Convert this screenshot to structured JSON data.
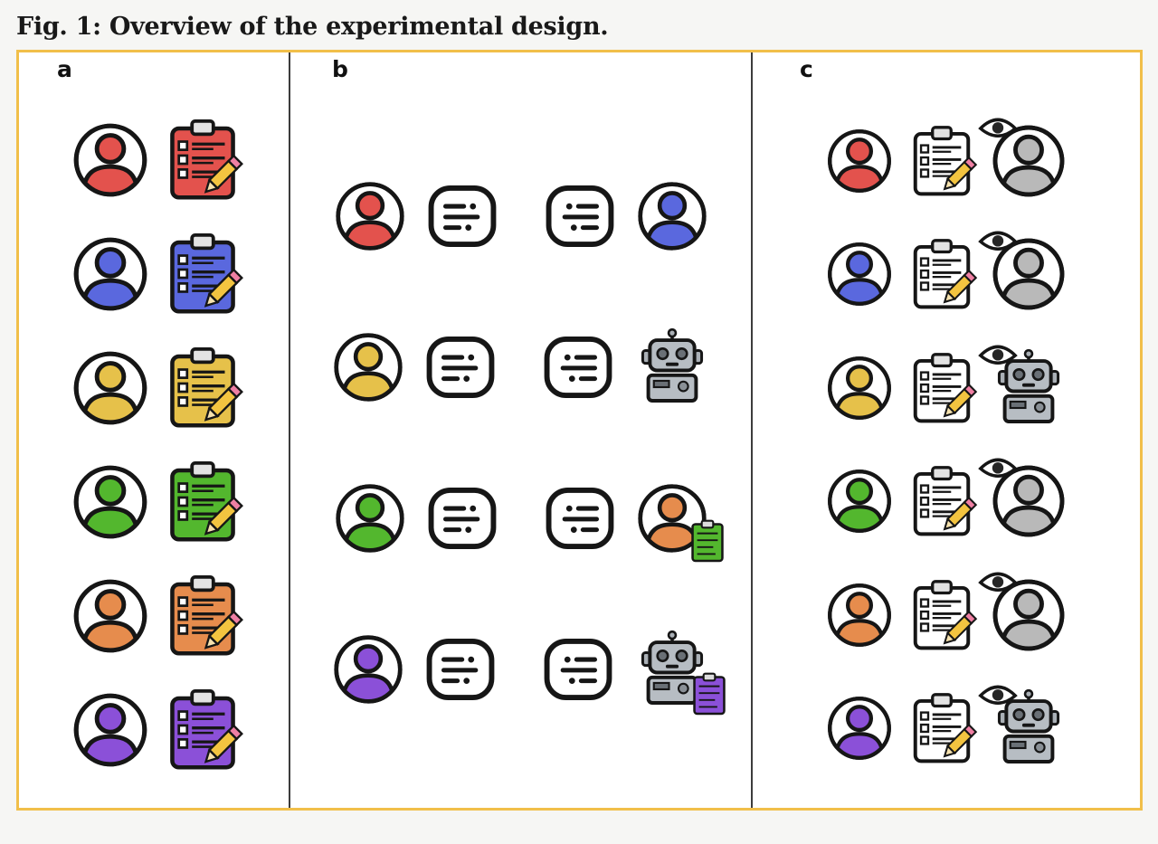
{
  "caption": "Fig. 1: Overview of the experimental design.",
  "colors": {
    "red": "#e3524d",
    "blue": "#5a68de",
    "yellow": "#e6c14a",
    "green": "#53b72e",
    "orange": "#e68c4d",
    "purple": "#8b50d8",
    "white": "#ffffff",
    "gray": "#b9b9b9",
    "figure_border": "#f1bf4a"
  },
  "panels": [
    {
      "label": "a",
      "rows": [
        {
          "icons": [
            {
              "type": "person",
              "color": "red"
            },
            {
              "type": "clipboard",
              "color": "red"
            }
          ]
        },
        {
          "icons": [
            {
              "type": "person",
              "color": "blue"
            },
            {
              "type": "clipboard",
              "color": "blue"
            }
          ]
        },
        {
          "icons": [
            {
              "type": "person",
              "color": "yellow"
            },
            {
              "type": "clipboard",
              "color": "yellow"
            }
          ]
        },
        {
          "icons": [
            {
              "type": "person",
              "color": "green"
            },
            {
              "type": "clipboard",
              "color": "green"
            }
          ]
        },
        {
          "icons": [
            {
              "type": "person",
              "color": "orange"
            },
            {
              "type": "clipboard",
              "color": "orange"
            }
          ]
        },
        {
          "icons": [
            {
              "type": "person",
              "color": "purple"
            },
            {
              "type": "clipboard",
              "color": "purple"
            }
          ]
        }
      ]
    },
    {
      "label": "b",
      "rows": [
        {
          "icons": [
            {
              "type": "person",
              "color": "red"
            },
            {
              "type": "chat"
            },
            {
              "type": "chat-mirrored"
            },
            {
              "type": "person",
              "color": "blue"
            }
          ]
        },
        {
          "icons": [
            {
              "type": "person",
              "color": "yellow"
            },
            {
              "type": "chat"
            },
            {
              "type": "chat-mirrored"
            },
            {
              "type": "robot"
            }
          ]
        },
        {
          "icons": [
            {
              "type": "person",
              "color": "green"
            },
            {
              "type": "chat"
            },
            {
              "type": "chat-mirrored"
            },
            {
              "type": "person-with-clipboard",
              "color": "orange",
              "clipboard_color": "green"
            }
          ]
        },
        {
          "icons": [
            {
              "type": "person",
              "color": "purple"
            },
            {
              "type": "chat"
            },
            {
              "type": "chat-mirrored"
            },
            {
              "type": "robot-with-clipboard",
              "clipboard_color": "purple"
            }
          ]
        }
      ]
    },
    {
      "label": "c",
      "rows": [
        {
          "icons": [
            {
              "type": "person",
              "color": "red"
            },
            {
              "type": "clipboard",
              "color": "white"
            },
            {
              "type": "observed-person",
              "color": "gray"
            }
          ]
        },
        {
          "icons": [
            {
              "type": "person",
              "color": "blue"
            },
            {
              "type": "clipboard",
              "color": "white"
            },
            {
              "type": "observed-person",
              "color": "gray"
            }
          ]
        },
        {
          "icons": [
            {
              "type": "person",
              "color": "yellow"
            },
            {
              "type": "clipboard",
              "color": "white"
            },
            {
              "type": "observed-robot"
            }
          ]
        },
        {
          "icons": [
            {
              "type": "person",
              "color": "green"
            },
            {
              "type": "clipboard",
              "color": "white"
            },
            {
              "type": "observed-person",
              "color": "gray"
            }
          ]
        },
        {
          "icons": [
            {
              "type": "person",
              "color": "orange"
            },
            {
              "type": "clipboard",
              "color": "white"
            },
            {
              "type": "observed-person",
              "color": "gray"
            }
          ]
        },
        {
          "icons": [
            {
              "type": "person",
              "color": "purple"
            },
            {
              "type": "clipboard",
              "color": "white"
            },
            {
              "type": "observed-robot"
            }
          ]
        }
      ]
    }
  ]
}
